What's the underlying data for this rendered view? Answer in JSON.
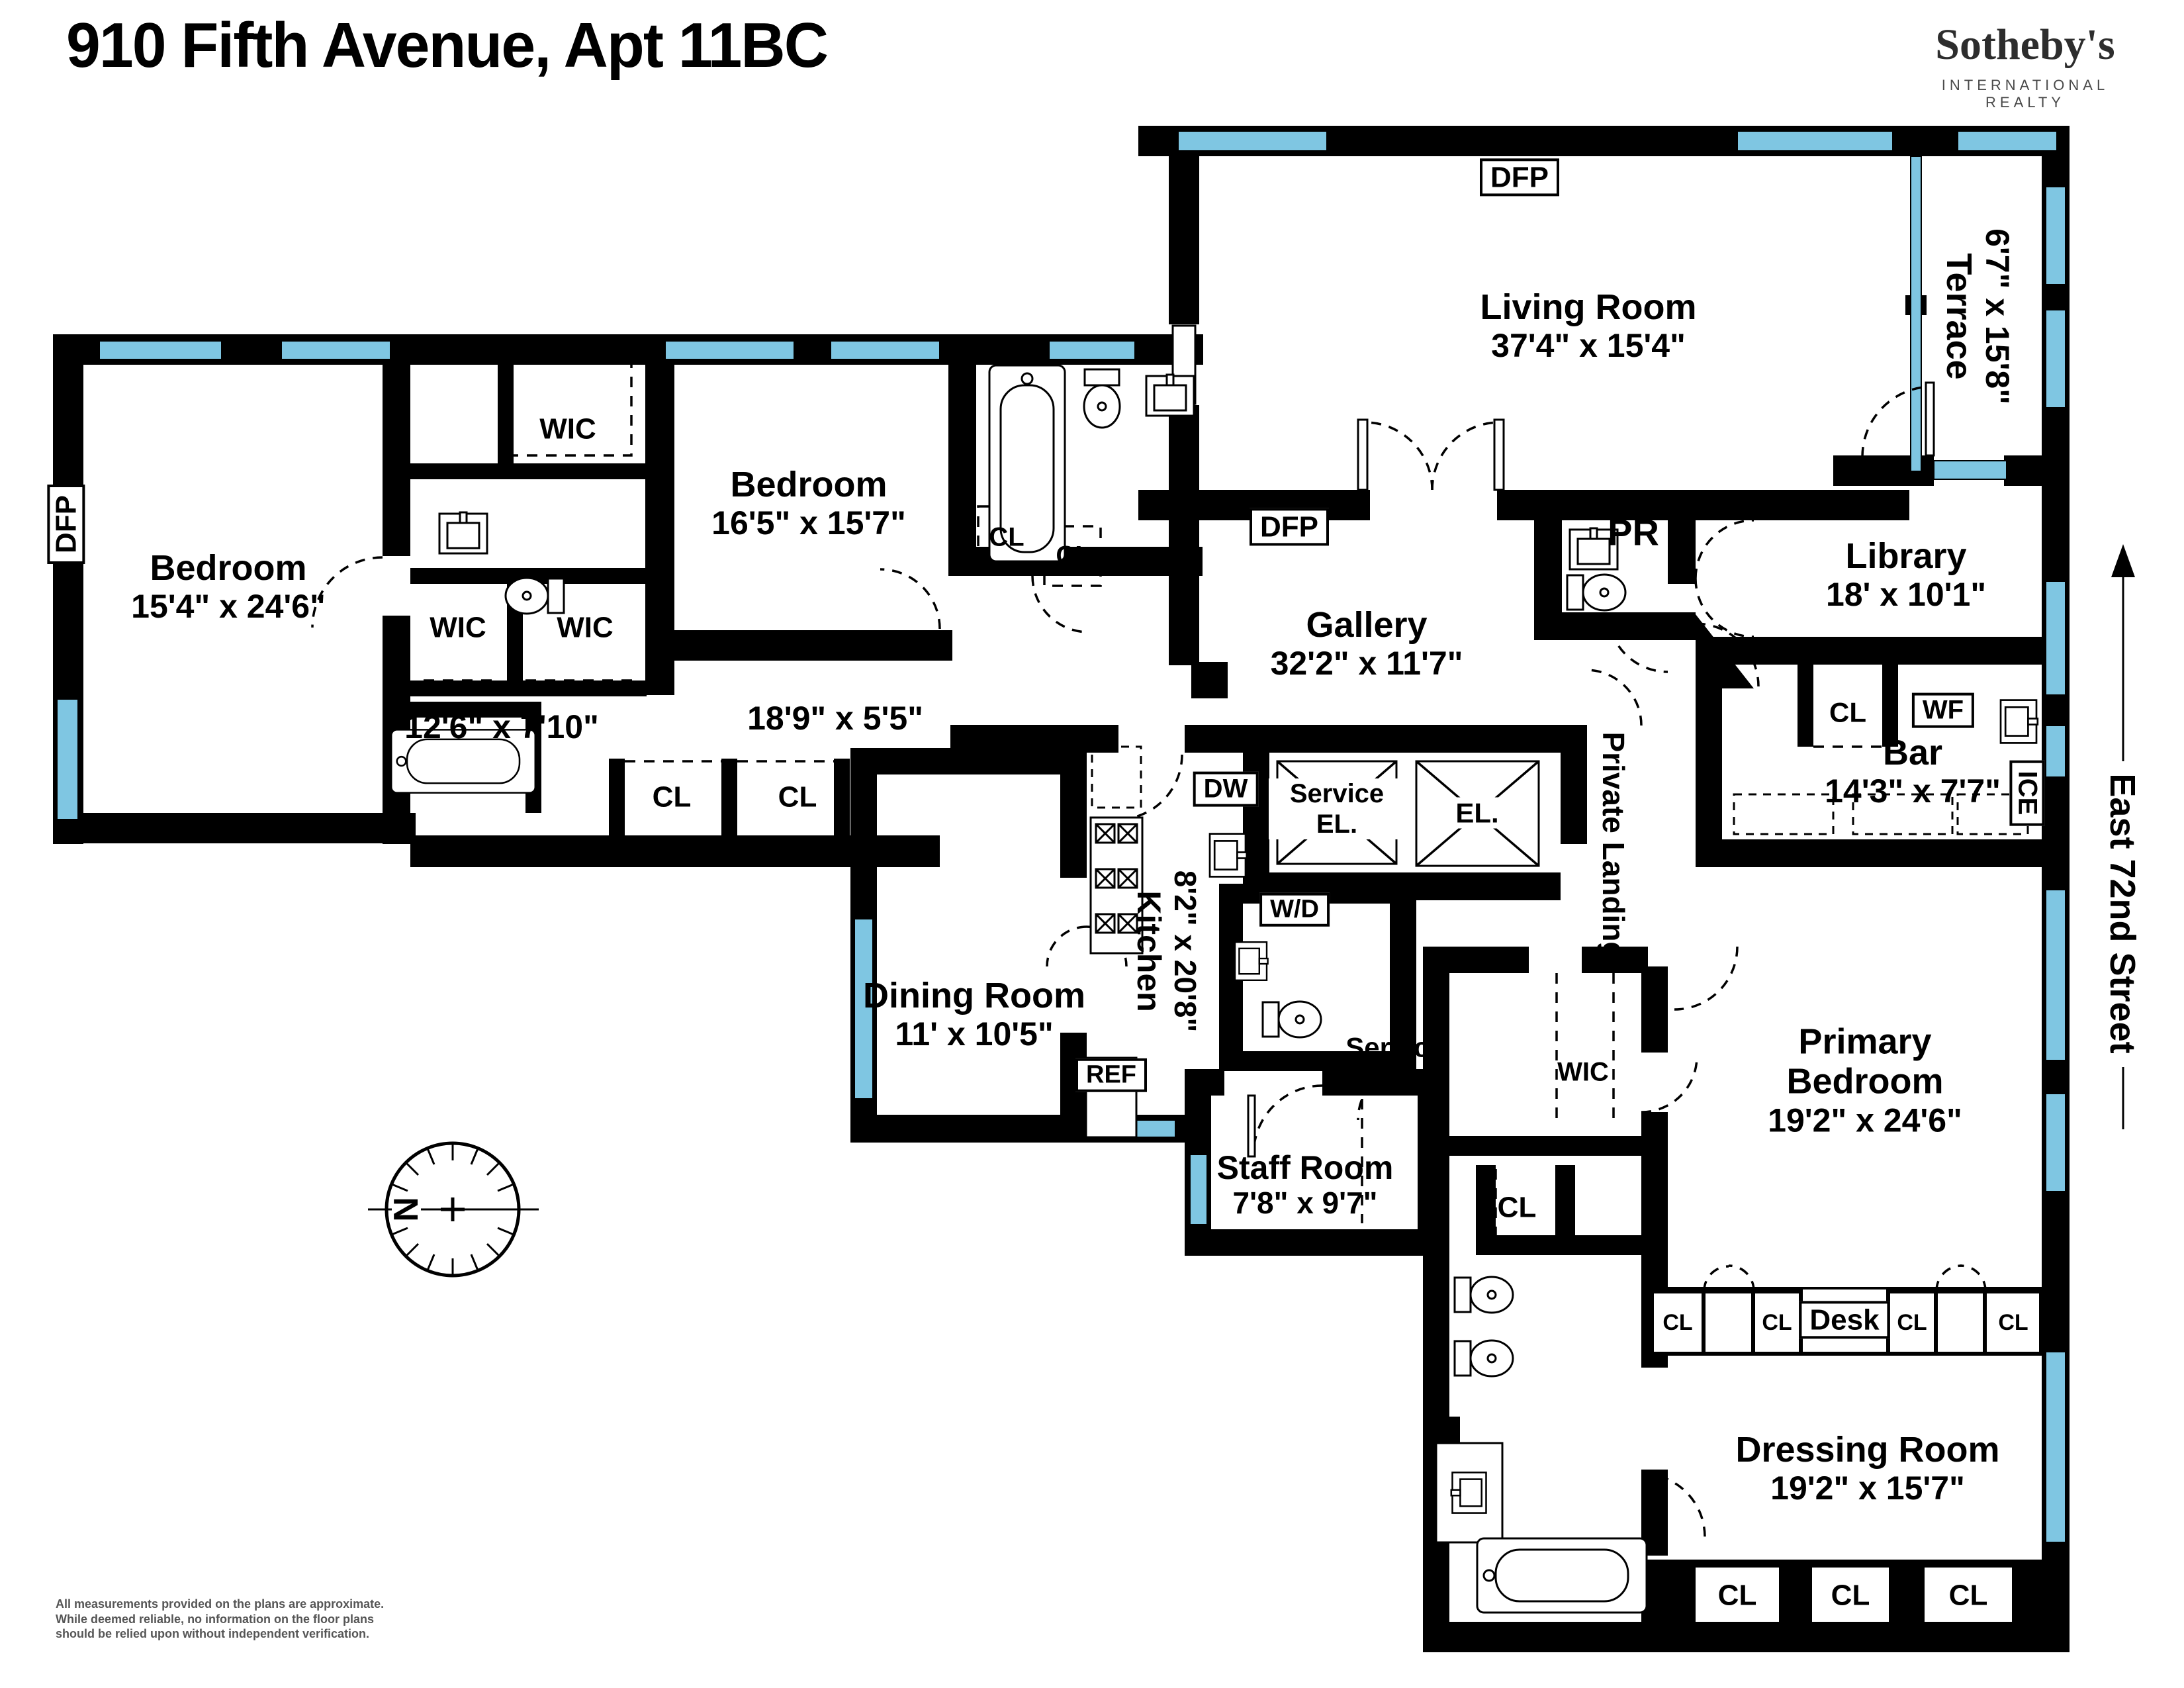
{
  "title": "910 Fifth Avenue, Apt 11BC",
  "brand": {
    "name": "Sotheby's",
    "tagline": "INTERNATIONAL REALTY"
  },
  "colors": {
    "wall": "#000000",
    "window_glass": "#7fc6e2",
    "background": "#ffffff",
    "disclaimer_text": "#555555"
  },
  "compass": {
    "north_label": "N"
  },
  "street": {
    "name": "East 72nd Street"
  },
  "disclaimer": {
    "line1": "All measurements provided on the plans are approximate.",
    "line2": "While deemed reliable, no information on the floor plans",
    "line3": "should be relied upon without independent verification."
  },
  "rooms": {
    "living_room": {
      "name": "Living Room",
      "dims": "37'4\" x 15'4\""
    },
    "terrace": {
      "name": "Terrace",
      "dims": "6'7\" x 15'8\""
    },
    "library": {
      "name": "Library",
      "dims": "18' x 10'1\""
    },
    "bar": {
      "name": "Bar",
      "dims": "14'3\" x 7'7\""
    },
    "gallery": {
      "name": "Gallery",
      "dims": "32'2\" x 11'7\""
    },
    "powder_room": {
      "name": "PR"
    },
    "bedroom_west": {
      "name": "Bedroom",
      "dims": "15'4\" x 24'6\""
    },
    "bedroom_middle": {
      "name": "Bedroom",
      "dims": "16'5\" x 15'7\""
    },
    "hall_west": {
      "dims": "12'6\" x 7'10\""
    },
    "hall_center": {
      "dims": "18'9\" x 5'5\""
    },
    "dining_room": {
      "name": "Dining Room",
      "dims": "11' x 10'5\""
    },
    "kitchen": {
      "name": "Kitchen",
      "dims": "8'2\" x 20'8\""
    },
    "staff_room": {
      "name": "Staff Room",
      "dims": "7'8\" x 9'7\""
    },
    "private_landing": {
      "name": "Private Landing"
    },
    "primary_bedroom": {
      "name": "Primary Bedroom",
      "dims": "19'2\" x 24'6\""
    },
    "dressing_room": {
      "name": "Dressing Room",
      "dims": "19'2\" x 15'7\""
    }
  },
  "markers": {
    "dfp": "DFP",
    "wic": "WIC",
    "cl": "CL",
    "wf": "WF",
    "ice": "ICE",
    "dw": "DW",
    "ref": "REF",
    "wd": "W/D",
    "desk": "Desk",
    "service": "Service",
    "service_elevator": "Service EL.",
    "elevator": "EL."
  }
}
